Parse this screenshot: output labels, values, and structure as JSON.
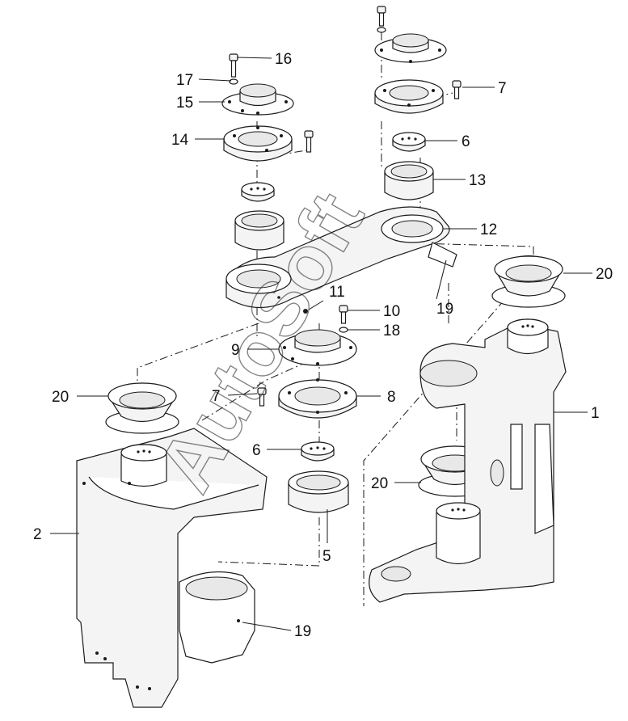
{
  "watermark": {
    "text": "AutoSoft"
  },
  "callouts": [
    {
      "id": "c16",
      "label": "16"
    },
    {
      "id": "c17",
      "label": "17"
    },
    {
      "id": "c15",
      "label": "15"
    },
    {
      "id": "c14",
      "label": "14"
    },
    {
      "id": "c7a",
      "label": "7"
    },
    {
      "id": "c6a",
      "label": "6"
    },
    {
      "id": "c13",
      "label": "13"
    },
    {
      "id": "c12",
      "label": "12"
    },
    {
      "id": "c20a",
      "label": "20"
    },
    {
      "id": "c19a",
      "label": "19"
    },
    {
      "id": "c11",
      "label": "11"
    },
    {
      "id": "c10",
      "label": "10"
    },
    {
      "id": "c18",
      "label": "18"
    },
    {
      "id": "c9",
      "label": "9"
    },
    {
      "id": "c20b",
      "label": "20"
    },
    {
      "id": "c7b",
      "label": "7"
    },
    {
      "id": "c8",
      "label": "8"
    },
    {
      "id": "c1",
      "label": "1"
    },
    {
      "id": "c6b",
      "label": "6"
    },
    {
      "id": "c20c",
      "label": "20"
    },
    {
      "id": "c2",
      "label": "2"
    },
    {
      "id": "c5",
      "label": "5"
    },
    {
      "id": "c19b",
      "label": "19"
    }
  ]
}
